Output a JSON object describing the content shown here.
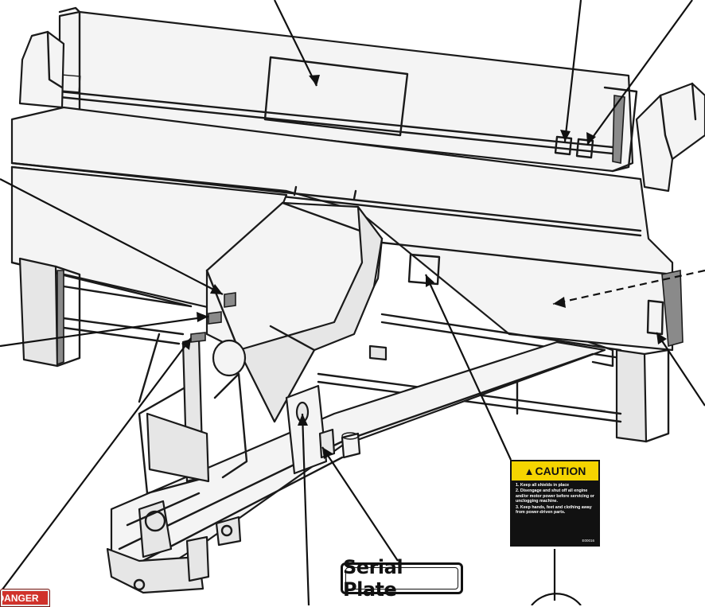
{
  "labels": {
    "serial_plate": "Serial Plate",
    "caution": {
      "heading": "CAUTION",
      "items": [
        "1. Keep all shields in place",
        "2. Disengage and shut off all engine and/or motor power before servicing or unclogging machine.",
        "3. Keep hands, feet and clothing away from power-driven parts."
      ],
      "code": "E00016"
    },
    "danger": "DANGER"
  },
  "colors": {
    "caution_yellow": "#f5d400",
    "caution_black": "#111111",
    "danger_red": "#d0322b",
    "line": "#1a1a1a"
  }
}
